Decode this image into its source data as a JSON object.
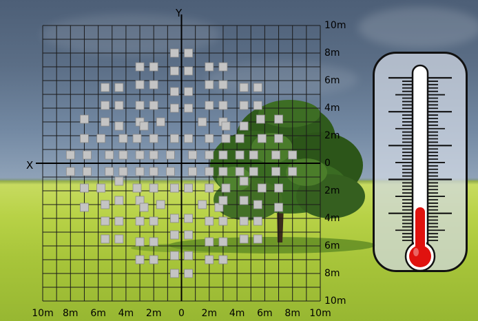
{
  "axes": {
    "x_name": "X",
    "y_name": "Y",
    "x_ticks": [
      "10m",
      "8m",
      "6m",
      "4m",
      "2m",
      "0",
      "2m",
      "4m",
      "6m",
      "8m",
      "10m"
    ],
    "y_ticks": [
      "10m",
      "8m",
      "6m",
      "4m",
      "2m",
      "0",
      "2m",
      "4m",
      "6m",
      "8m",
      "10m"
    ],
    "grid_step_m": 1,
    "range_m": [
      -10,
      10
    ]
  },
  "points_m": [
    [
      -0.5,
      8
    ],
    [
      0.5,
      8
    ],
    [
      -3,
      7
    ],
    [
      -2,
      7
    ],
    [
      -0.5,
      6.7
    ],
    [
      0.5,
      6.7
    ],
    [
      2,
      7
    ],
    [
      3,
      7
    ],
    [
      -5.5,
      5.5
    ],
    [
      -4.5,
      5.5
    ],
    [
      -3,
      5.7
    ],
    [
      -2,
      5.7
    ],
    [
      -0.5,
      5.2
    ],
    [
      0.5,
      5.2
    ],
    [
      2,
      5.7
    ],
    [
      3,
      5.7
    ],
    [
      4.5,
      5.5
    ],
    [
      5.5,
      5.5
    ],
    [
      -5.5,
      4.2
    ],
    [
      -4.5,
      4.2
    ],
    [
      -3,
      4.2
    ],
    [
      -2,
      4.2
    ],
    [
      -0.5,
      4
    ],
    [
      0.5,
      4
    ],
    [
      2,
      4.2
    ],
    [
      3,
      4.2
    ],
    [
      4.5,
      4.2
    ],
    [
      5.5,
      4.2
    ],
    [
      -7,
      3.2
    ],
    [
      -5.5,
      3
    ],
    [
      -4.5,
      2.7
    ],
    [
      -3,
      3
    ],
    [
      -2.7,
      2.7
    ],
    [
      -1.5,
      3
    ],
    [
      1.5,
      3
    ],
    [
      3,
      3
    ],
    [
      3.2,
      2.7
    ],
    [
      4.5,
      2.7
    ],
    [
      5.7,
      3.2
    ],
    [
      7,
      3.2
    ],
    [
      -7,
      1.8
    ],
    [
      -5.8,
      1.8
    ],
    [
      -4.2,
      1.8
    ],
    [
      -3.2,
      1.8
    ],
    [
      -2,
      1.8
    ],
    [
      -0.5,
      1.8
    ],
    [
      0.5,
      1.8
    ],
    [
      2,
      1.8
    ],
    [
      3.2,
      1.8
    ],
    [
      4.2,
      1.8
    ],
    [
      5.8,
      1.8
    ],
    [
      7,
      1.8
    ],
    [
      -8,
      0.6
    ],
    [
      -6.8,
      0.6
    ],
    [
      -5.2,
      0.6
    ],
    [
      -4.2,
      0.6
    ],
    [
      -3,
      0.6
    ],
    [
      -2,
      0.6
    ],
    [
      -0.8,
      0.6
    ],
    [
      0.8,
      0.6
    ],
    [
      2,
      0.6
    ],
    [
      3,
      0.6
    ],
    [
      4.2,
      0.6
    ],
    [
      5.2,
      0.6
    ],
    [
      6.8,
      0.6
    ],
    [
      8,
      0.6
    ],
    [
      -8,
      -0.6
    ],
    [
      -6.8,
      -0.6
    ],
    [
      -5.2,
      -0.6
    ],
    [
      -4.2,
      -0.6
    ],
    [
      -3,
      -0.6
    ],
    [
      -2,
      -0.6
    ],
    [
      -0.8,
      -0.6
    ],
    [
      0.8,
      -0.6
    ],
    [
      2,
      -0.6
    ],
    [
      3,
      -0.6
    ],
    [
      4.2,
      -0.6
    ],
    [
      5.2,
      -0.6
    ],
    [
      6.8,
      -0.6
    ],
    [
      8,
      -0.6
    ],
    [
      -7,
      -1.8
    ],
    [
      -5.8,
      -1.8
    ],
    [
      -4.5,
      -1.3
    ],
    [
      -3.2,
      -1.8
    ],
    [
      -2,
      -1.8
    ],
    [
      -0.5,
      -1.8
    ],
    [
      0.5,
      -1.8
    ],
    [
      2,
      -1.8
    ],
    [
      3.2,
      -1.8
    ],
    [
      4.5,
      -1.3
    ],
    [
      5.8,
      -1.8
    ],
    [
      7,
      -1.8
    ],
    [
      -7,
      -3.2
    ],
    [
      -5.5,
      -3
    ],
    [
      -4.5,
      -2.7
    ],
    [
      -3,
      -2.7
    ],
    [
      -2.7,
      -3.2
    ],
    [
      -1.5,
      -3
    ],
    [
      1.5,
      -3
    ],
    [
      2.7,
      -3.2
    ],
    [
      3,
      -2.7
    ],
    [
      4.5,
      -2.7
    ],
    [
      5.5,
      -3
    ],
    [
      7,
      -3.2
    ],
    [
      -5.5,
      -4.2
    ],
    [
      -4.5,
      -4.2
    ],
    [
      -3,
      -4.2
    ],
    [
      -2,
      -4.2
    ],
    [
      -0.5,
      -4
    ],
    [
      0.5,
      -4
    ],
    [
      2,
      -4.2
    ],
    [
      3,
      -4.2
    ],
    [
      4.5,
      -4.2
    ],
    [
      5.5,
      -4.2
    ],
    [
      -5.5,
      -5.5
    ],
    [
      -4.5,
      -5.5
    ],
    [
      -3,
      -5.7
    ],
    [
      -2,
      -5.7
    ],
    [
      -0.5,
      -5.2
    ],
    [
      0.5,
      -5.2
    ],
    [
      2,
      -5.7
    ],
    [
      3,
      -5.7
    ],
    [
      4.5,
      -5.5
    ],
    [
      5.5,
      -5.5
    ],
    [
      -3,
      -7
    ],
    [
      -2,
      -7
    ],
    [
      -0.5,
      -6.7
    ],
    [
      0.5,
      -6.7
    ],
    [
      2,
      -7
    ],
    [
      3,
      -7
    ],
    [
      -0.5,
      -8
    ],
    [
      0.5,
      -8
    ]
  ],
  "thermometer": {
    "level_fraction": 0.12,
    "liquid_color": "#e0120f",
    "icon": "thermometer-icon"
  },
  "scene": {
    "sky_color": "#55687f",
    "grass_color": "#aecb3d",
    "tree": "tree-illustration"
  }
}
